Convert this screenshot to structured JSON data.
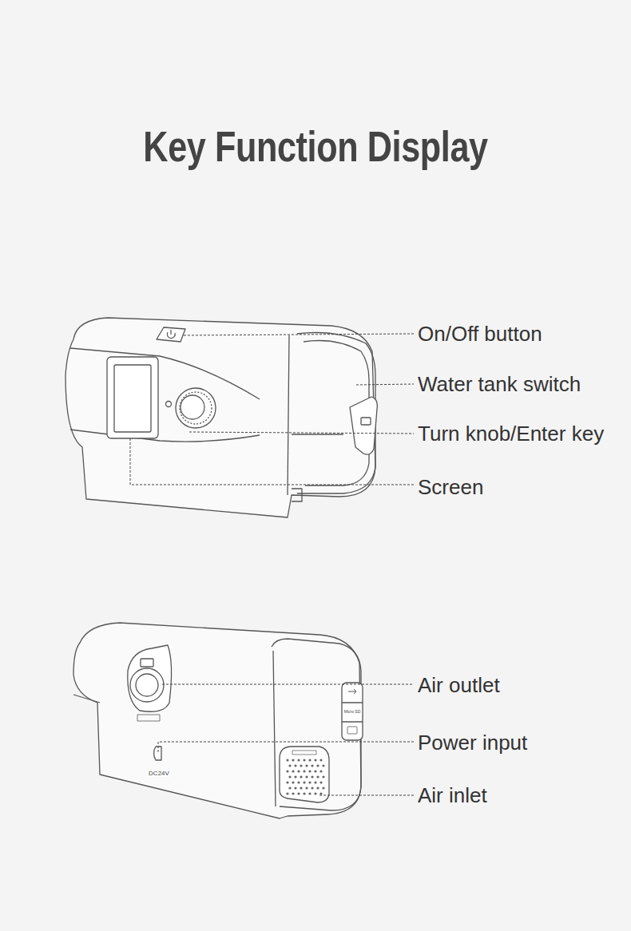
{
  "diagram": {
    "title": "Key Function Display",
    "labels": [
      "On/Off button",
      "Water tank switch",
      "Turn knob/Enter key",
      "Screen",
      "Air outlet",
      "Power input",
      "Air inlet",
      "Micro SD",
      "DC24V"
    ]
  }
}
